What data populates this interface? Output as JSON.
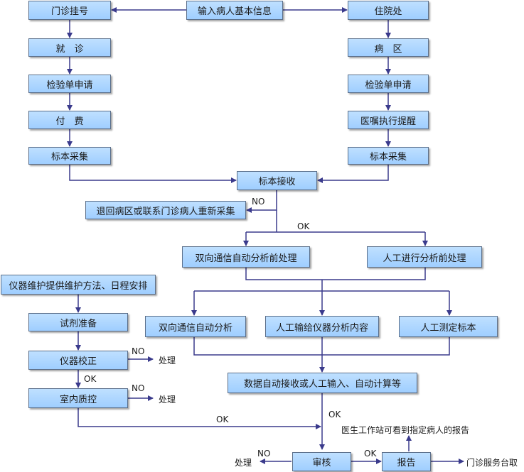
{
  "nodes": {
    "input_info": "输入病人基本信息",
    "outpatient_register": "门诊挂号",
    "consult": "就　诊",
    "op_lab_request": "检验单申请",
    "payment": "付　费",
    "op_sample_collect": "标本采集",
    "admission": "住院处",
    "ward": "病　区",
    "ip_lab_request": "检验单申请",
    "order_reminder": "医嘱执行提醒",
    "ip_sample_collect": "标本采集",
    "sample_receive": "标本接收",
    "return_recollect": "退回病区或联系门诊病人重新采集",
    "auto_preprocess": "双向通信自动分析前处理",
    "manual_preprocess": "人工进行分析前处理",
    "auto_analysis": "双向通信自动分析",
    "manual_input_content": "人工输给仪器分析内容",
    "manual_measure": "人工测定标本",
    "data_receive": "数据自动接收或人工输入、自动计算等",
    "instrument_maintenance": "仪器维护提供维护方法、日程安排",
    "reagent_prep": "试剂准备",
    "instrument_calibration": "仪器校正",
    "qc": "室内质控",
    "review": "审核",
    "report": "报告"
  },
  "labels": {
    "no_receive": "NO",
    "ok_receive": "OK",
    "no_calibration": "NO",
    "handle_calibration": "处理",
    "ok_calibration": "OK",
    "no_qc": "NO",
    "handle_qc": "处理",
    "ok_qc": "OK",
    "ok_data": "OK",
    "no_review": "NO",
    "handle_review": "处理",
    "ok_review": "OK",
    "doctor_station": "医生工作站可看到指定病人的报告",
    "outpatient_desk": "门诊服务台取"
  },
  "colors": {
    "box_fill": "#a8d4ff",
    "box_border": "#5b6f8a",
    "connector": "#3a3a8c"
  }
}
